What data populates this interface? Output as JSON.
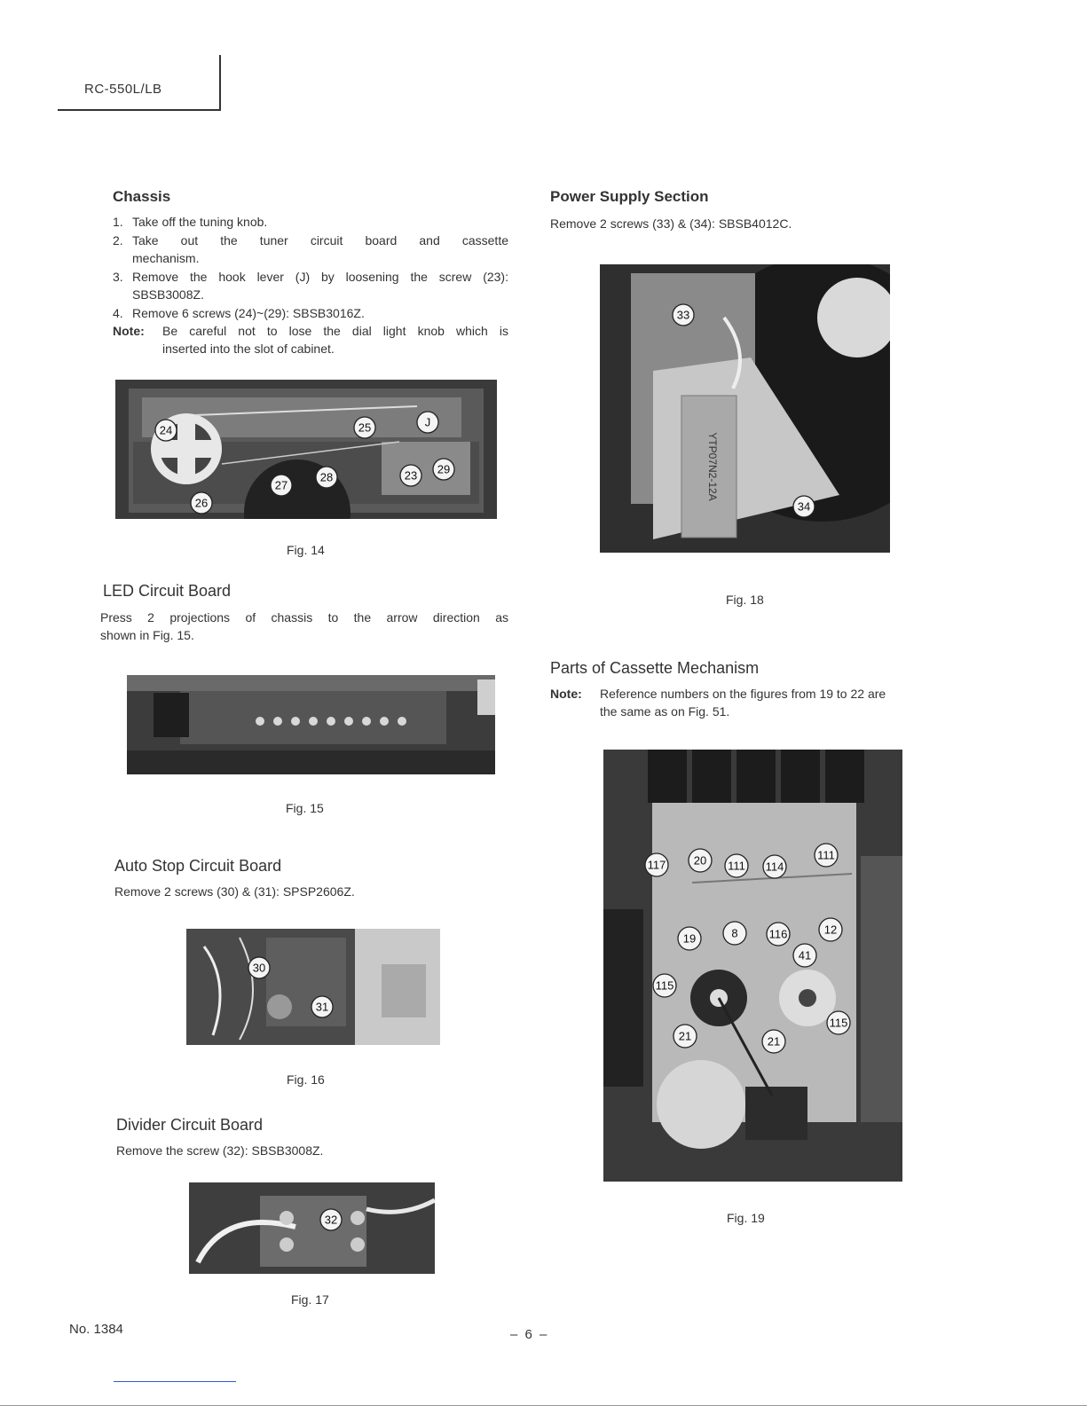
{
  "header": {
    "model": "RC-550L/LB"
  },
  "left": {
    "chassis": {
      "title": "Chassis",
      "steps": [
        {
          "num": "1.",
          "text": "Take off the tuning knob."
        },
        {
          "num": "2.",
          "text": "Take out the tuner circuit board and cassette"
        },
        {
          "num": "",
          "text": "mechanism."
        },
        {
          "num": "3.",
          "text": "Remove the hook lever (J) by loosening the screw (23):"
        },
        {
          "num": "",
          "text": "SBSB3008Z."
        },
        {
          "num": "4.",
          "text": "Remove 6 screws (24)~(29): SBSB3016Z."
        }
      ],
      "note_label": "Note:",
      "note_line1": "Be careful not to lose the dial light knob which is",
      "note_line2": "inserted into the slot of cabinet.",
      "fig_caption": "Fig. 14",
      "fig_markers": [
        "24",
        "25",
        "J",
        "29",
        "23",
        "28",
        "27",
        "26"
      ]
    },
    "led": {
      "title": "LED Circuit Board",
      "line1": "Press 2 projections of chassis to the arrow direction as",
      "line2": "shown in Fig. 15.",
      "fig_caption": "Fig. 15"
    },
    "autostop": {
      "title": "Auto Stop Circuit Board",
      "text": "Remove 2 screws (30) & (31): SPSP2606Z.",
      "fig_caption": "Fig. 16",
      "fig_markers": [
        "30",
        "31"
      ]
    },
    "divider": {
      "title": "Divider Circuit Board",
      "text": "Remove the screw (32): SBSB3008Z.",
      "fig_caption": "Fig. 17",
      "fig_markers": [
        "32"
      ]
    }
  },
  "right": {
    "power": {
      "title": "Power Supply Section",
      "text": "Remove 2 screws (33) & (34): SBSB4012C.",
      "fig_caption": "Fig. 18",
      "fig_markers": [
        "33",
        "34"
      ],
      "transformer_label": "YTP07N2-12A"
    },
    "cassette": {
      "title": "Parts of Cassette Mechanism",
      "note_label": "Note:",
      "note_line1": "Reference numbers on the figures from 19 to 22 are",
      "note_line2": "the same as on Fig. 51.",
      "fig_caption": "Fig. 19",
      "fig_markers": [
        "117",
        "20",
        "111",
        "114",
        "111",
        "19",
        "8",
        "116",
        "12",
        "41",
        "115",
        "115",
        "21",
        "21"
      ]
    }
  },
  "footer": {
    "doc_no": "No. 1384",
    "page": "– 6 –"
  }
}
